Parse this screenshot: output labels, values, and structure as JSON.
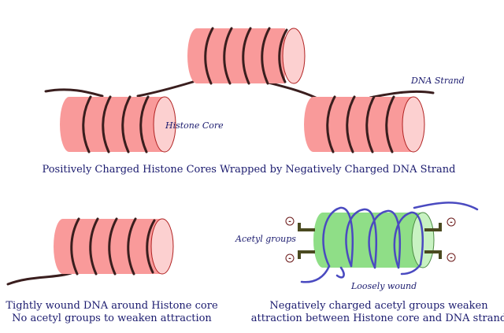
{
  "labels": {
    "dna_strand": "DNA Strand",
    "histone_core": "Histone Core",
    "acetyl_groups": "Acetyl groups",
    "loosely_wound": "Loosely wound",
    "minus_sign": "-"
  },
  "captions": {
    "top": "Positively Charged Histone Cores Wrapped by Negatively Charged DNA Strand",
    "bottom_left_line1": "Tightly wound DNA around Histone core",
    "bottom_left_line2": "No acetyl groups to weaken attraction",
    "bottom_right_line1": "Negatively charged acetyl groups weaken",
    "bottom_right_line2": "attraction between Histone core and DNA strand"
  },
  "colors": {
    "histone_body": "#f99a9a",
    "histone_face": "#fcd0d0",
    "histone_outline": "#b02020",
    "dna_tight": "#3a1e1e",
    "acetylated_body": "#8fde87",
    "acetylated_face": "#c8f2c2",
    "acetylated_outline": "#4a8a40",
    "dna_loose": "#4a4ac0",
    "acetyl_group": "#4a4a20",
    "text": "#1a1a6e"
  }
}
